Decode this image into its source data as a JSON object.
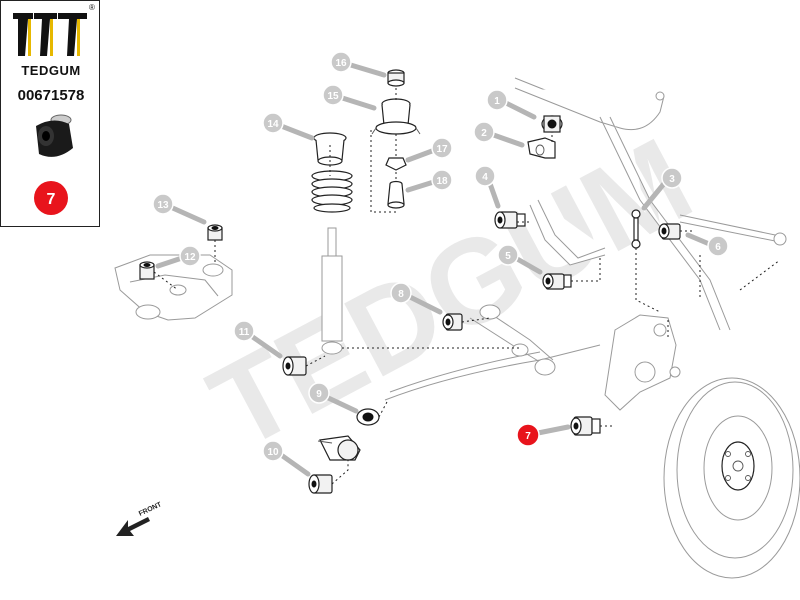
{
  "brand": {
    "name": "TEDGUM",
    "registered_mark": "®",
    "part_number": "00671578",
    "highlighted_position": "7",
    "watermark": "TEDGUM"
  },
  "colors": {
    "highlight": "#e8141c",
    "callout": "#c9c9c9",
    "line": "#222222"
  },
  "callouts": [
    "1",
    "2",
    "3",
    "4",
    "5",
    "6",
    "7",
    "8",
    "9",
    "10",
    "11",
    "12",
    "13",
    "14",
    "15",
    "16",
    "17",
    "18"
  ],
  "direction_label": "FRONT",
  "icons": {
    "logo": "tedgum-logo-icon",
    "product": "bushing-product-icon",
    "arrow": "front-arrow-icon"
  }
}
